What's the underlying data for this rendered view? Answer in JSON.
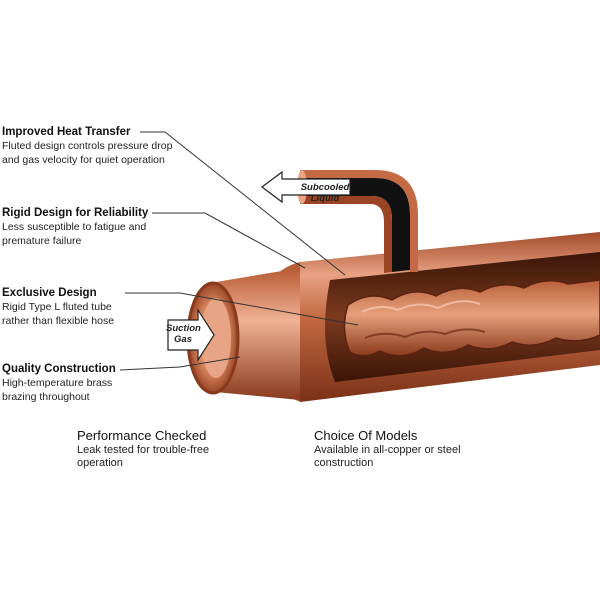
{
  "callouts": [
    {
      "heading": "Improved Heat Transfer",
      "desc": [
        "Fluted design controls pressure drop",
        "and gas velocity for quiet operation"
      ]
    },
    {
      "heading": "Rigid Design for Reliability",
      "desc": [
        "Less susceptible to fatigue and",
        "premature failure"
      ]
    },
    {
      "heading": "Exclusive Design",
      "desc": [
        "Rigid Type L fluted tube",
        "rather than flexible hose"
      ]
    },
    {
      "heading": "Quality Construction",
      "desc": [
        "High-temperature brass",
        "brazing throughout"
      ]
    }
  ],
  "features": [
    {
      "heading": "Performance Checked",
      "desc": [
        "Leak tested for trouble-free",
        "operation"
      ]
    },
    {
      "heading": "Choice Of Models",
      "desc": [
        "Available in all-copper or steel",
        "construction"
      ]
    }
  ],
  "flow_labels": {
    "liquid": "Subcooled Liquid",
    "suction_line1": "Suction",
    "suction_line2": "Gas"
  },
  "colors": {
    "copper_dark": "#8a3a1c",
    "copper_mid": "#c46a44",
    "copper_light": "#f1b79a",
    "interior": "#5a2a16",
    "liquid_tube": "#111111"
  }
}
